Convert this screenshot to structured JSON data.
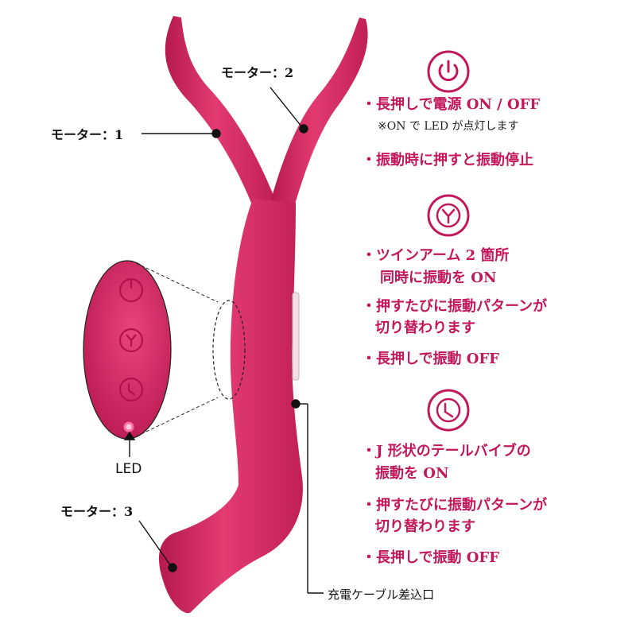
{
  "colors": {
    "accent": "#c2185b",
    "product": "#d6245f",
    "text": "#111111"
  },
  "labels": {
    "motor1": "モーター：1",
    "motor2": "モーター：2",
    "motor3": "モーター：3",
    "led": "LED",
    "charging": "充電ケーブル差込口"
  },
  "remote_buttons": [
    "power-icon",
    "y-mode-icon",
    "tail-mode-icon"
  ],
  "features": [
    {
      "icon": "power-icon",
      "lines": [
        {
          "text": "・長押しで電源 ON / OFF"
        },
        {
          "note": "※ON で LED が点灯します"
        },
        {
          "text": "・振動時に押すと振動停止"
        }
      ]
    },
    {
      "icon": "y-mode-icon",
      "lines": [
        {
          "text": "・ツインアーム 2 箇所"
        },
        {
          "text": "同時に振動を ON"
        },
        {
          "text": "・押すたびに振動パターンが"
        },
        {
          "text": "切り替わります"
        },
        {
          "text": "・長押しで振動 OFF"
        }
      ]
    },
    {
      "icon": "tail-mode-icon",
      "lines": [
        {
          "text": "・J 形状のテールバイブの"
        },
        {
          "text": "振動を ON"
        },
        {
          "text": "・押すたびに振動パターンが"
        },
        {
          "text": "切り替わります"
        },
        {
          "text": "・長押しで振動 OFF"
        }
      ]
    }
  ]
}
